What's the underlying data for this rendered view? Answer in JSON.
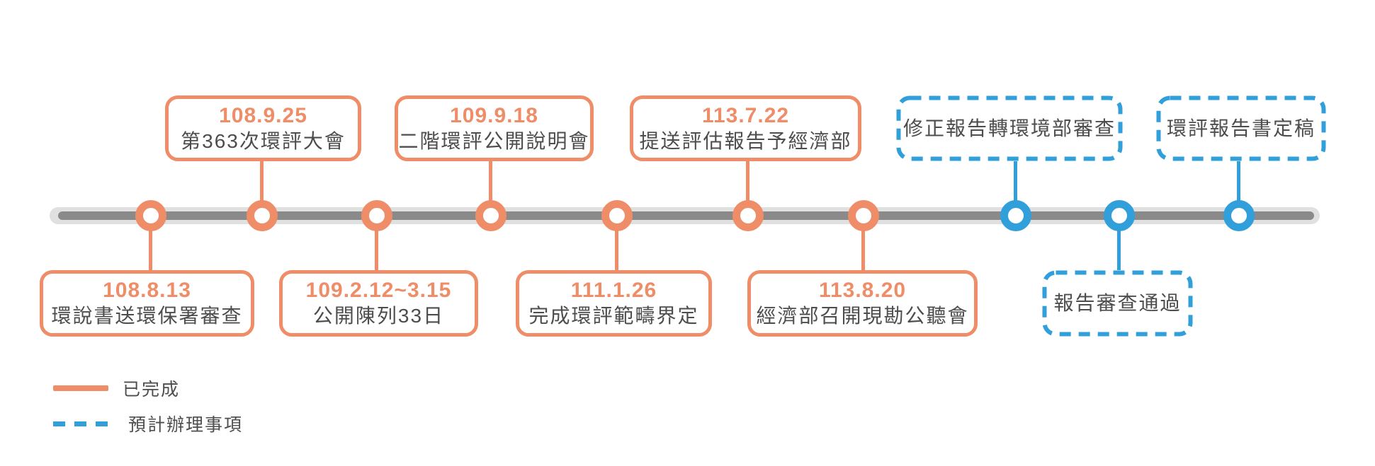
{
  "colors": {
    "completed": "#ee8d67",
    "planned": "#319fd9",
    "track_outer": "#e0e0e0",
    "track_inner": "#8a8a8a",
    "label_text": "#4d4d4d"
  },
  "legend": [
    {
      "label": "已完成",
      "style": "solid-orange"
    },
    {
      "label": "預計辦理事項",
      "style": "dashed-blue"
    }
  ],
  "events": [
    {
      "date": "108.8.13",
      "label": "環說書送環保署審查",
      "status": "completed",
      "side": "below"
    },
    {
      "date": "108.9.25",
      "label": "第363次環評大會",
      "status": "completed",
      "side": "above"
    },
    {
      "date": "109.2.12~3.15",
      "label": "公開陳列33日",
      "status": "completed",
      "side": "below"
    },
    {
      "date": "109.9.18",
      "label": "二階環評公開說明會",
      "status": "completed",
      "side": "above"
    },
    {
      "date": "111.1.26",
      "label": "完成環評範疇界定",
      "status": "completed",
      "side": "below"
    },
    {
      "date": "113.7.22",
      "label": "提送評估報告予經濟部",
      "status": "completed",
      "side": "above"
    },
    {
      "date": "113.8.20",
      "label": "經濟部召開現勘公聽會",
      "status": "completed",
      "side": "below"
    },
    {
      "date": "",
      "label": "修正報告轉環境部審查",
      "status": "planned",
      "side": "above"
    },
    {
      "date": "",
      "label": "報告審查通過",
      "status": "planned",
      "side": "below"
    },
    {
      "date": "",
      "label": "環評報告書定稿",
      "status": "planned",
      "side": "above"
    }
  ]
}
